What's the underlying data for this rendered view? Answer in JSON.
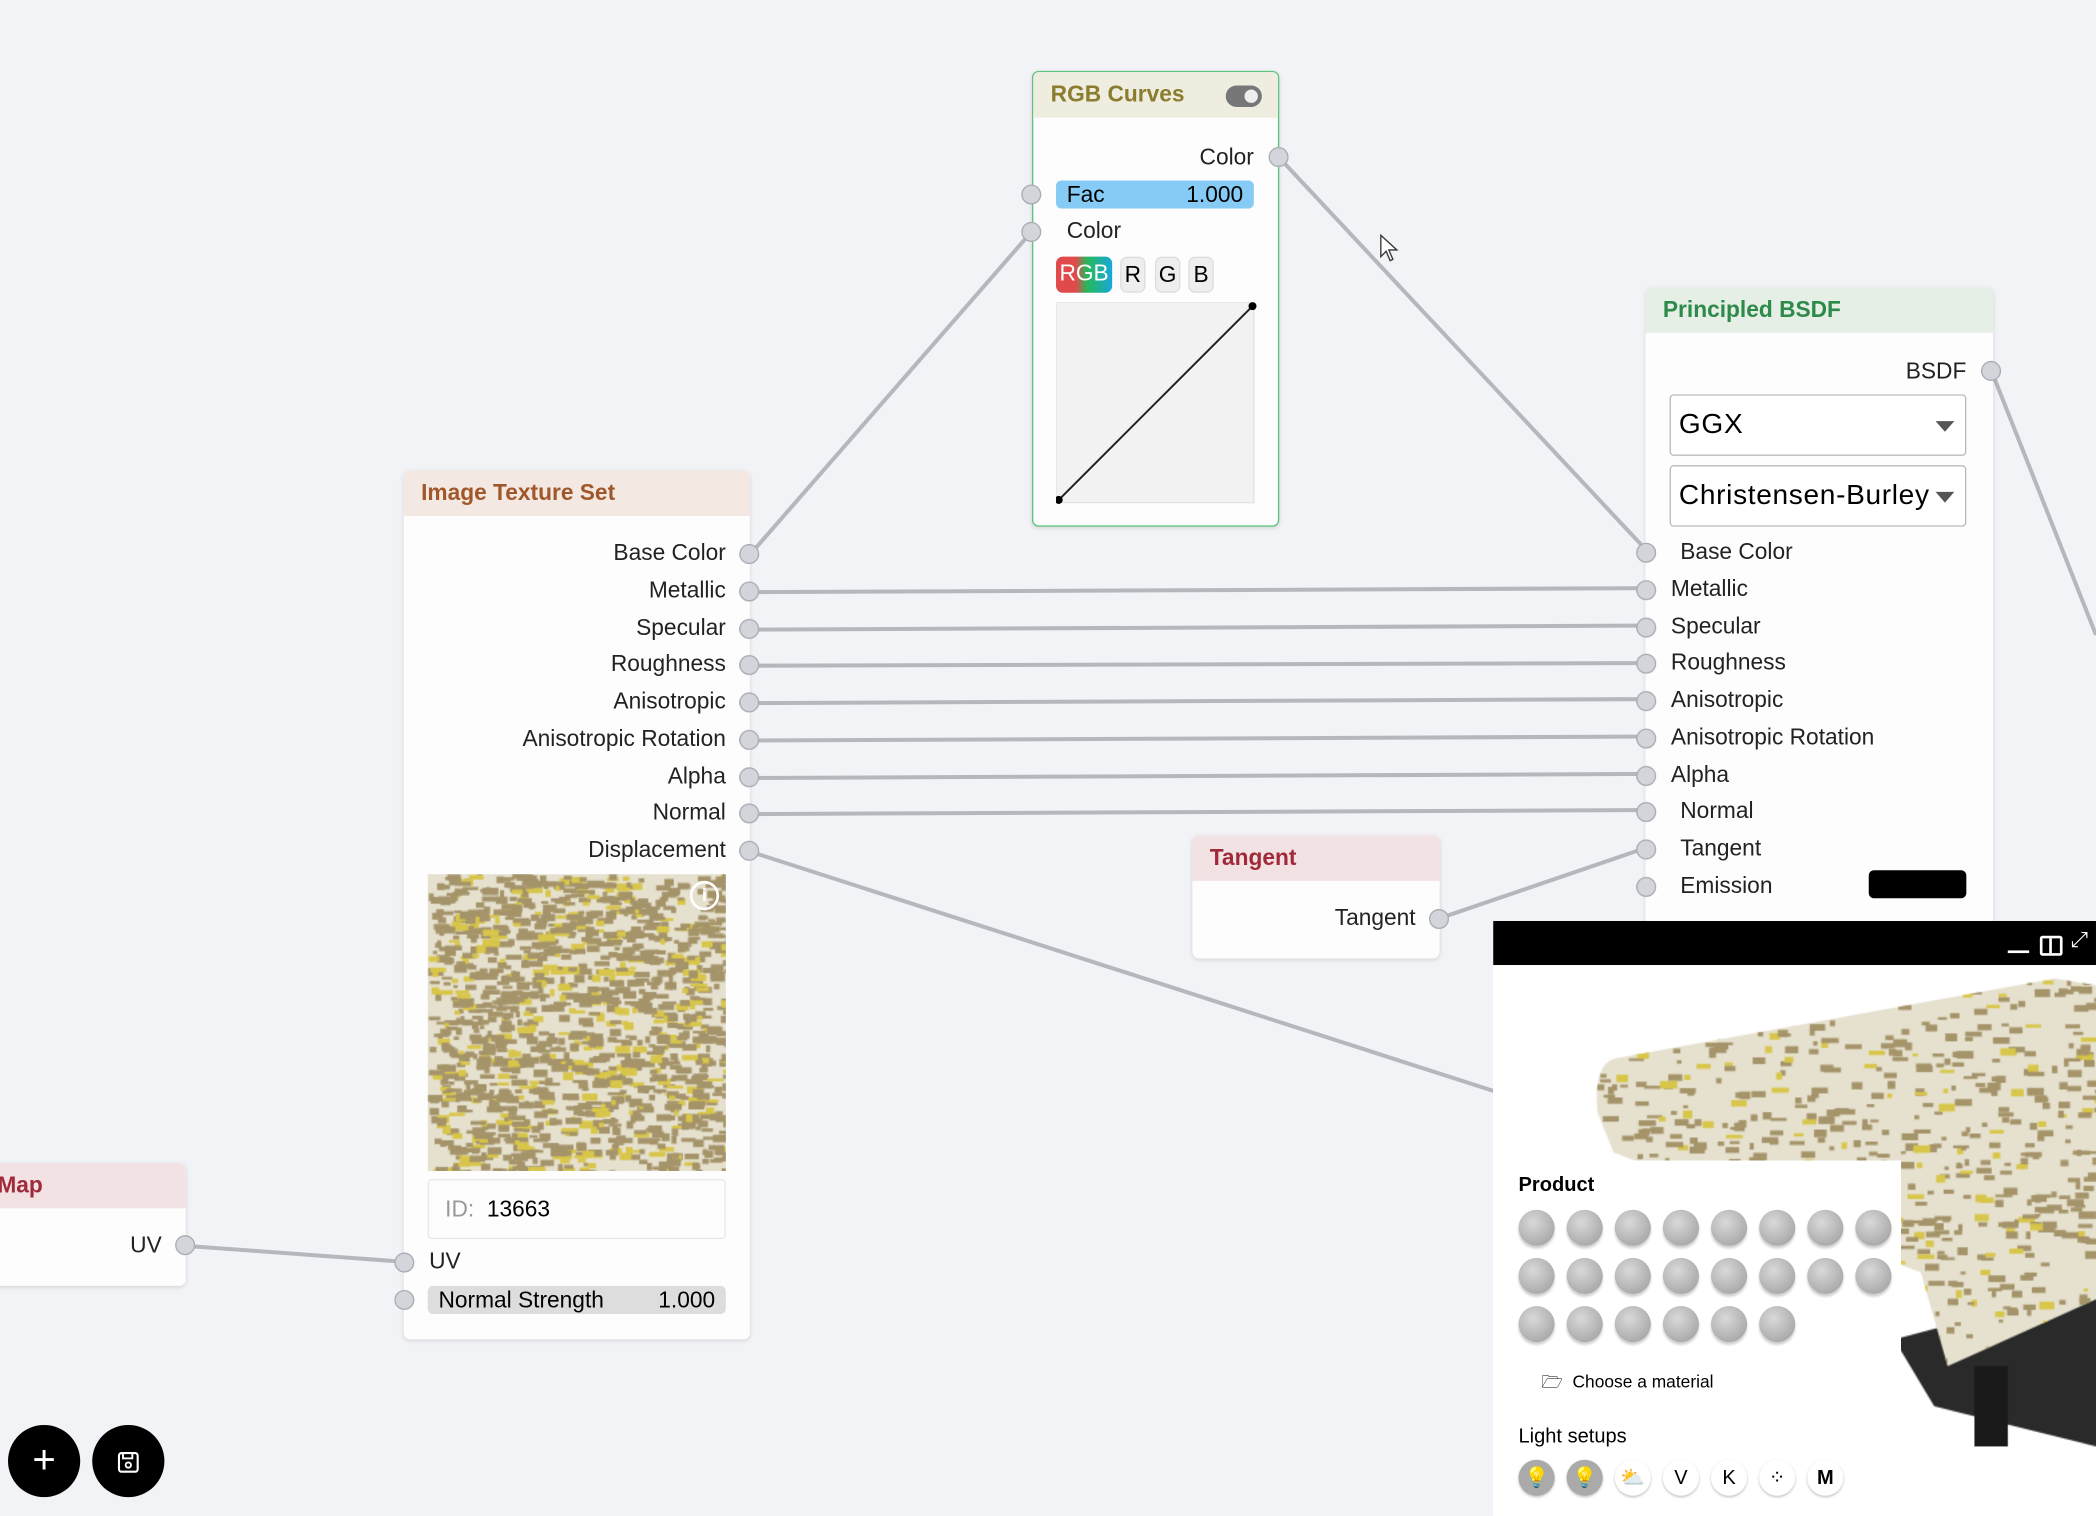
{
  "rgb_curves": {
    "title": "RGB Curves",
    "out_color": "Color",
    "fac_label": "Fac",
    "fac_value": "1.000",
    "in_color": "Color",
    "channels": [
      "RGB",
      "R",
      "G",
      "B"
    ]
  },
  "image_texture": {
    "title": "Image Texture Set",
    "outputs": [
      "Base Color",
      "Metallic",
      "Specular",
      "Roughness",
      "Anisotropic",
      "Anisotropic Rotation",
      "Alpha",
      "Normal",
      "Displacement"
    ],
    "id_label": "ID:",
    "id_value": "13663",
    "uv_label": "UV",
    "normal_strength_label": "Normal Strength",
    "normal_strength_value": "1.000"
  },
  "principled": {
    "title": "Principled BSDF",
    "out": "BSDF",
    "distribution": "GGX",
    "subsurface": "Christensen-Burley",
    "inputs": [
      "Base Color",
      "Metallic",
      "Specular",
      "Roughness",
      "Anisotropic",
      "Anisotropic Rotation",
      "Alpha",
      "Normal",
      "Tangent",
      "Emission"
    ],
    "emission_color": "#000000"
  },
  "tangent": {
    "title": "Tangent",
    "out": "Tangent"
  },
  "map": {
    "title": "Map",
    "out": "UV"
  },
  "viewer": {
    "product_label": "Product",
    "choose_material": "Choose a material",
    "light_label": "Light setups",
    "light_icons": [
      "💡",
      "💡",
      "⛅",
      "V",
      "K",
      "⁘",
      "M"
    ]
  },
  "colors": {
    "rgb_header": "#8a7d2e",
    "texture_header": "#a0582a",
    "principled_header": "#2e8a4a",
    "tangent_header": "#a02a3a"
  }
}
